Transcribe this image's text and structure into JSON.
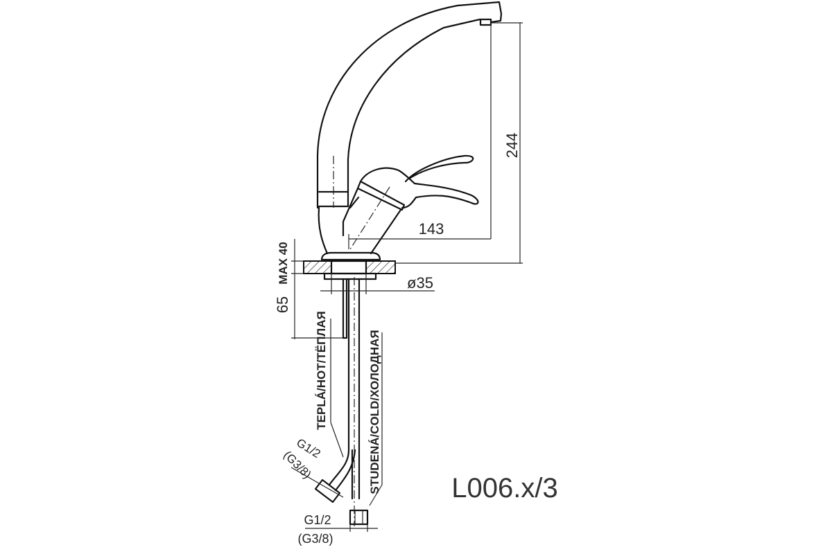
{
  "drawing": {
    "model_code": "L006.x/3",
    "dimensions": {
      "height": "244",
      "reach": "143",
      "deck_thickness": "MAX 40",
      "shank_length": "65",
      "hole_diameter": "ø35"
    },
    "hoses": {
      "hot_label": "TEPLÁ/HOT/TЁПЛАЯ",
      "cold_label": "STUDENÁ/COLD/ХОЛОДНАЯ",
      "hot_thread": "G1/2",
      "hot_thread_alt": "(G3/8)",
      "cold_thread": "G1/2",
      "cold_thread_alt": "(G3/8)"
    }
  }
}
